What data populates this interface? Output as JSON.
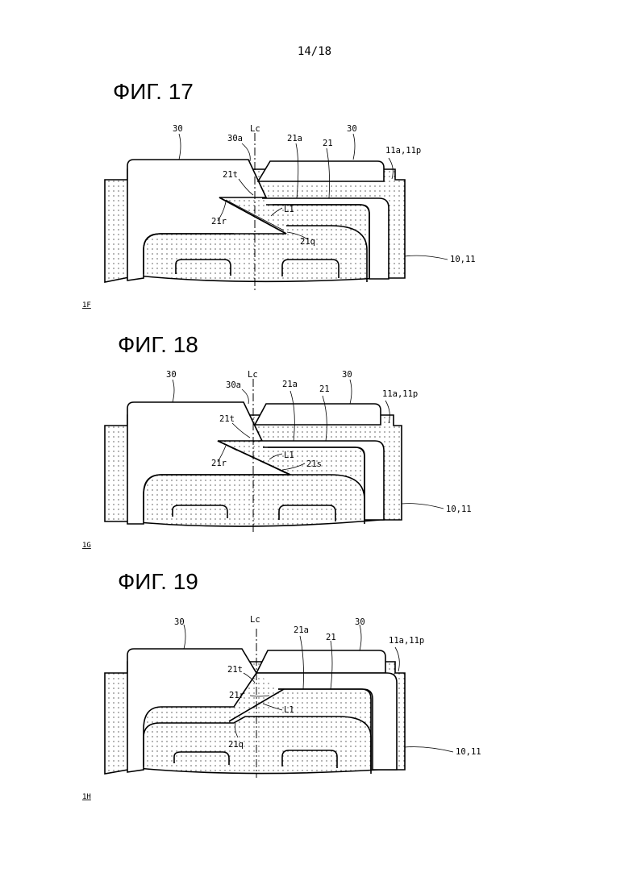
{
  "page_number": "14/18",
  "figures": [
    {
      "title": "ФИГ. 17",
      "code": "1F",
      "labels": {
        "l30_left": "30",
        "lc": "Lc",
        "l30a": "30a",
        "l21a": "21a",
        "l21": "21",
        "l30_right": "30",
        "l11": "11a,11p",
        "l21t": "21t",
        "l21r": "21r",
        "lL1": "L1",
        "l21q": "21q",
        "l10": "10,11"
      }
    },
    {
      "title": "ФИГ. 18",
      "code": "1G",
      "labels": {
        "l30_left": "30",
        "lc": "Lc",
        "l30a": "30a",
        "l21a": "21a",
        "l21": "21",
        "l30_right": "30",
        "l11": "11a,11p",
        "l21t": "21t",
        "l21r": "21r",
        "lL1": "L1",
        "l21s": "21s",
        "l10": "10,11"
      }
    },
    {
      "title": "ФИГ. 19",
      "code": "1H",
      "labels": {
        "l30_left": "30",
        "lc": "Lc",
        "l21a": "21a",
        "l21": "21",
        "l30_right": "30",
        "l11": "11a,11p",
        "l21t": "21t",
        "l21r": "21r",
        "lL1": "L1",
        "l21q": "21q",
        "l10": "10,11"
      }
    }
  ]
}
